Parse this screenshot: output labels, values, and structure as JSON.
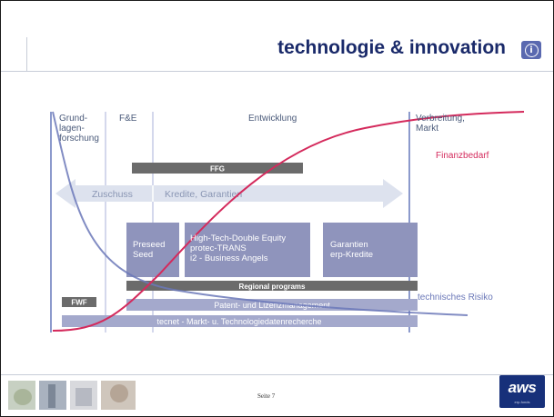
{
  "header": {
    "title": "technologie & innovation",
    "info_icon": "info-circle-icon"
  },
  "stages": {
    "grundlagen": [
      "Grund-",
      "lagen-",
      "forschung"
    ],
    "fe": "F&E",
    "entwicklung": "Entwicklung",
    "verbreitung": [
      "Verbreitung,",
      "Markt"
    ]
  },
  "curves": {
    "finanzbedarf": "Finanzbedarf",
    "risiko": "technisches Risiko"
  },
  "bars": {
    "ffg": "FFG",
    "zuschuss": "Zuschuss",
    "kredite": "Kredite, Garantien",
    "regional": "Regional programs",
    "fwf": "FWF",
    "patent": "Patent- und Lizenzmanagement",
    "tecnet": "tecnet - Markt- u. Technologiedatenrecherche"
  },
  "boxes": {
    "preseed": [
      "Preseed",
      "Seed"
    ],
    "hightech": [
      "High-Tech-Double Equity",
      "protec-TRANS",
      "i2 - Business Angels"
    ],
    "garantien": [
      "Garantien",
      "erp-Kredite"
    ]
  },
  "footer": {
    "page": "Seite 7",
    "logo_text": "aws",
    "logo_sub": "erp-fonds"
  },
  "colors": {
    "title": "#1a2a6a",
    "finanzbedarf": "#d42a5c",
    "box": "#8f94bc",
    "bar_dark": "#6b6b6b",
    "arrow": "#dde2ee"
  }
}
